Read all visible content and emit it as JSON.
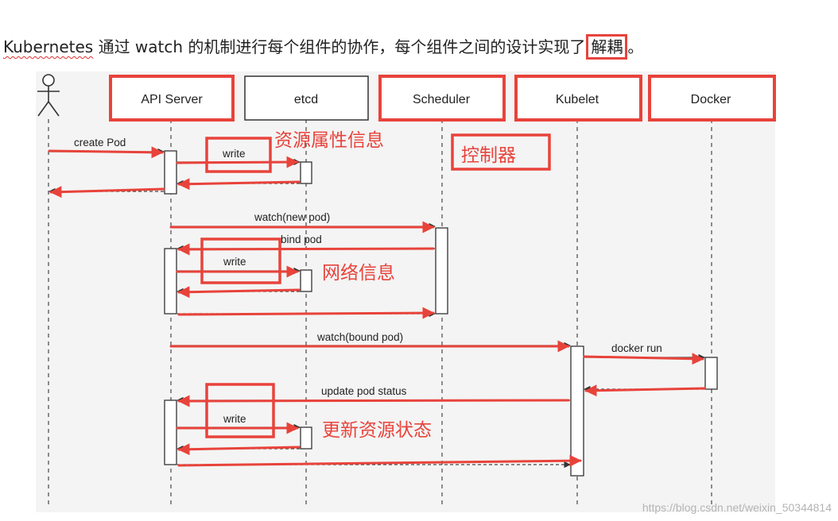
{
  "heading": {
    "keyword": "Kubernetes",
    "text": " 通过 watch 的机制进行每个组件的协作，每个组件之间的设计实现了",
    "highlight": "解耦",
    "end": "。"
  },
  "colors": {
    "accent": "#e8433b",
    "panel": "#f4f4f4",
    "line": "#333333"
  },
  "participants": {
    "api_server": "API Server",
    "etcd": "etcd",
    "scheduler": "Scheduler",
    "kubelet": "Kubelet",
    "docker": "Docker"
  },
  "messages": {
    "create_pod": "create Pod",
    "write_1": "write",
    "watch_new_pod": "watch(new pod)",
    "bind_pod": "bind pod",
    "write_2": "write",
    "watch_bound_pod": "watch(bound pod)",
    "docker_run": "docker run",
    "update_pod_status": "update pod status",
    "write_3": "write"
  },
  "annotations": {
    "resource_attributes": "资源属性信息",
    "controller": "控制器",
    "network_info": "网络信息",
    "update_resource_state": "更新资源状态"
  },
  "watermark": "https://blog.csdn.net/weixin_50344814"
}
